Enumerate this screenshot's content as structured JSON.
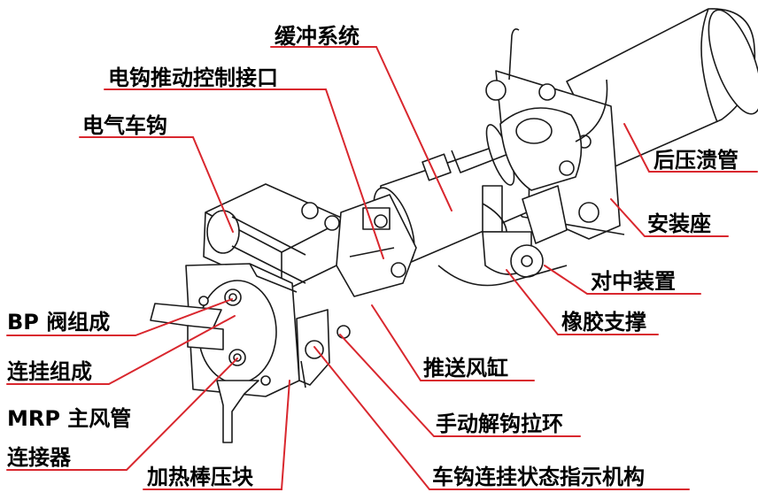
{
  "labels": {
    "buffer_system": "缓冲系统",
    "electric_coupler_interface": "电钩推动控制接口",
    "electric_coupler": "电气车钩",
    "rear_crush_tube": "后压溃管",
    "mounting_seat": "安装座",
    "centering_device": "对中装置",
    "rubber_support": "橡胶支撑",
    "bp_valve_assembly": "BP 阀组成",
    "push_cylinder": "推送风缸",
    "coupling_assembly": "连挂组成",
    "manual_uncoupling_ring": "手动解钩拉环",
    "mrp_connector_line1": "MRP 主风管",
    "mrp_connector_line2": "连接器",
    "heating_rod_clamp": "加热棒压块",
    "coupling_status_indicator": "车钩连挂状态指示机构"
  },
  "colors": {
    "leader_line": "#d9272e",
    "drawing_line": "#1a1a1a",
    "text": "#000000"
  }
}
